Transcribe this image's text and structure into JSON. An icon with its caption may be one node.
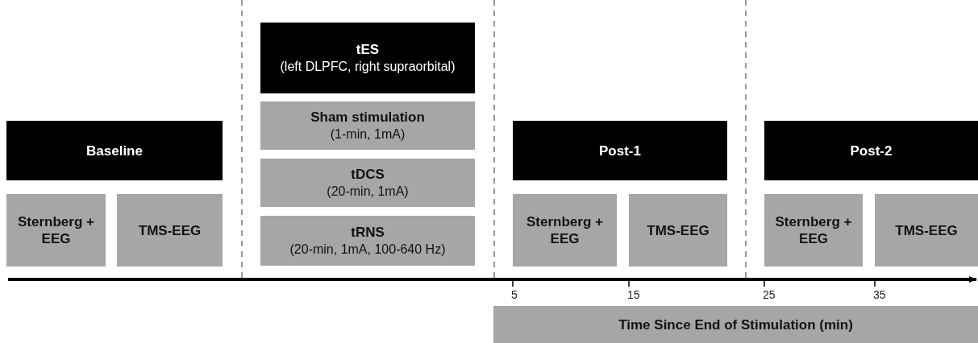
{
  "diagram": {
    "nodes": [
      {
        "text": [
          "Baseline"
        ]
      },
      {
        "text": [
          "Sternberg + EEG"
        ]
      },
      {
        "text": [
          "TMS-EEG"
        ]
      },
      {
        "text": [
          "tES",
          "(left DLPFC, right supraorbital)"
        ]
      },
      {
        "text": [
          "Sham stimulation",
          "(1-min, 1mA)"
        ]
      },
      {
        "text": [
          "tDCS",
          "(20-min, 1mA)"
        ]
      },
      {
        "text": [
          "tRNS",
          "(20-min, 1mA, 100-640 Hz)"
        ]
      },
      {
        "text": [
          "Post-1"
        ]
      },
      {
        "text": [
          "Sternberg + EEG"
        ]
      },
      {
        "text": [
          "TMS-EEG"
        ]
      },
      {
        "text": [
          "Post-2"
        ]
      },
      {
        "text": [
          "Sternberg + EEG"
        ]
      },
      {
        "text": [
          "TMS-EEG"
        ]
      },
      {
        "text": [
          "Time Since End of Stimulation (min)"
        ]
      }
    ],
    "labels": [
      "5",
      "15",
      "25",
      "35"
    ]
  }
}
